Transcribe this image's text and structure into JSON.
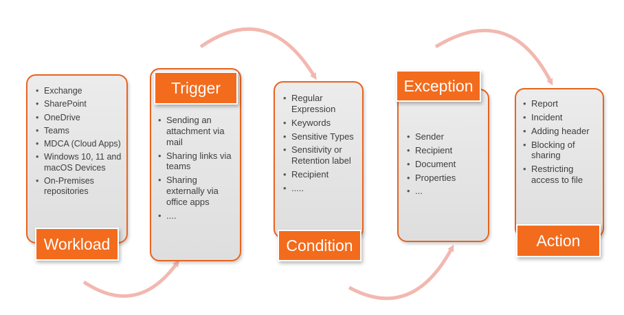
{
  "stages": [
    {
      "id": "workload",
      "label": "Workload",
      "items": [
        "Exchange",
        "SharePoint",
        "OneDrive",
        "Teams",
        "MDCA (Cloud Apps)",
        "Windows 10, 11 and macOS Devices",
        "On-Premises repositories"
      ]
    },
    {
      "id": "trigger",
      "label": "Trigger",
      "items": [
        "Sending an attachment via mail",
        "Sharing links via teams",
        "Sharing externally via office apps",
        "...."
      ]
    },
    {
      "id": "condition",
      "label": "Condition",
      "items": [
        "Regular Expression",
        "Keywords",
        "Sensitive Types",
        "Sensitivity or Retention label",
        "Recipient",
        "....."
      ]
    },
    {
      "id": "exception",
      "label": "Exception",
      "items": [
        "Sender",
        "Recipient",
        "Document",
        "Properties",
        "..."
      ]
    },
    {
      "id": "action",
      "label": "Action",
      "items": [
        "Report",
        "Incident",
        "Adding header",
        "Blocking of sharing",
        "Restricting access to file"
      ]
    }
  ],
  "colors": {
    "accent": "#f36b1c",
    "card_border": "#e8631e",
    "card_fill": "#e4e4e4",
    "arrow": "#f2b8b0",
    "text": "#3d3d3d"
  }
}
